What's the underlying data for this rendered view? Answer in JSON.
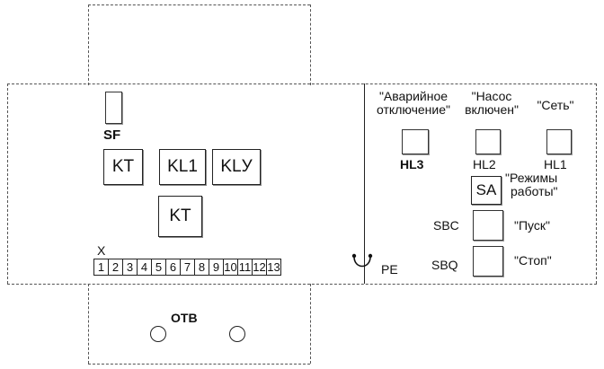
{
  "panel": {
    "sf_label": "SF",
    "left_modules": [
      {
        "label": "KT"
      },
      {
        "label": "KL1"
      },
      {
        "label": "KLУ"
      },
      {
        "label": "KT"
      }
    ],
    "terminal_block": {
      "label": "X",
      "terminals": [
        "1",
        "2",
        "3",
        "4",
        "5",
        "6",
        "7",
        "8",
        "9",
        "10",
        "11",
        "12",
        "13"
      ]
    },
    "pe_label": "PE",
    "switch_label": "ОТВ"
  },
  "door": {
    "indicators": [
      {
        "caption_line1": "\"Аварийное",
        "caption_line2": "отключение\"",
        "designator": "HL3"
      },
      {
        "caption_line1": "\"Насос",
        "caption_line2": "включен\"",
        "designator": "HL2"
      },
      {
        "caption_line1": "\"Сеть\"",
        "caption_line2": "",
        "designator": "HL1"
      }
    ],
    "selector": {
      "label": "SA",
      "caption_line1": "\"Режимы",
      "caption_line2": "работы\""
    },
    "buttons": [
      {
        "designator": "SBC",
        "caption": "\"Пуск\""
      },
      {
        "designator": "SBQ",
        "caption": "\"Стоп\""
      }
    ]
  }
}
